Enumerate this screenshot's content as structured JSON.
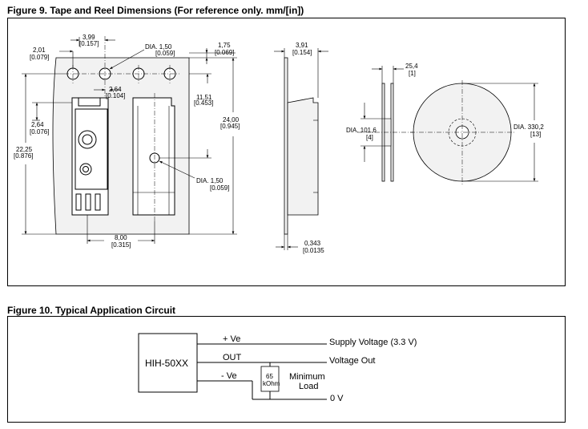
{
  "figure9": {
    "title": "Figure 9. Tape and Reel Dimensions (For reference only. mm/[in])",
    "dims": {
      "d399": "3,99",
      "d399_in": "[0.157]",
      "d201": "2,01",
      "d201_in": "[0.079]",
      "dia150a": "DIA. 1,50",
      "dia150a_in": "[0.059]",
      "d175": "1,75",
      "d175_in": "[0.069]",
      "d391": "3,91",
      "d391_in": "[0.154]",
      "d264a": "2,64",
      "d264a_in": "[0.104]",
      "d1151": "11,51",
      "d1151_in": "[0.453]",
      "d264b": "2,64",
      "d264b_in": "[0.076]",
      "d2400": "24,00",
      "d2400_in": "[0.945]",
      "d2225": "22,25",
      "d2225_in": "[0.876]",
      "dia150b": "DIA. 1,50",
      "dia150b_in": "[0.059]",
      "d800": "8,00",
      "d800_in": "[0.315]",
      "d0343": "0,343",
      "d0343_in": "[0.0135",
      "d254": "25,4",
      "d254_in": "[1]",
      "dia1016": "DIA. 101,6",
      "dia1016_in": "[4]",
      "dia3302": "DIA. 330,2",
      "dia3302_in": "[13]"
    }
  },
  "figure10": {
    "title": "Figure 10. Typical Application Circuit",
    "chip": "HIH-50XX",
    "pin_pos": "+ Ve",
    "pin_out": "OUT",
    "pin_neg": "- Ve",
    "supply": "Supply Voltage (3.3 V)",
    "vout": "Voltage Out",
    "ground": "0 V",
    "resistor_value": "65",
    "resistor_unit": "kOhm",
    "load_line1": "Minimum",
    "load_line2": "Load"
  }
}
